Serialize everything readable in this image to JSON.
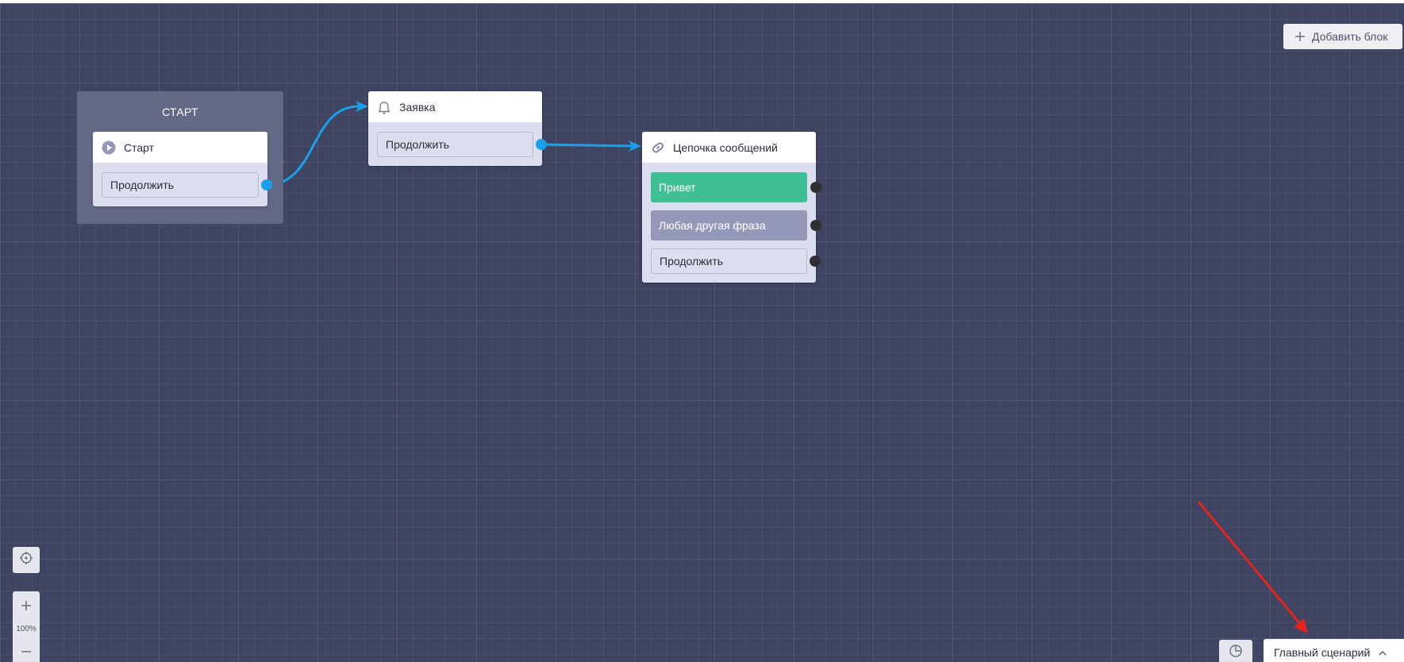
{
  "canvas": {
    "group": {
      "title": "СТАРТ"
    },
    "nodes": [
      {
        "id": "start",
        "title": "Старт",
        "icon": "play-circle-icon",
        "rows": [
          {
            "label": "Продолжить",
            "style": "plain"
          }
        ]
      },
      {
        "id": "request",
        "title": "Заявка",
        "icon": "bell-icon",
        "rows": [
          {
            "label": "Продолжить",
            "style": "plain"
          }
        ]
      },
      {
        "id": "chain",
        "title": "Цепочка сообщений",
        "icon": "link-icon",
        "rows": [
          {
            "label": "Привет",
            "style": "green"
          },
          {
            "label": "Любая другая фраза",
            "style": "gray"
          },
          {
            "label": "Продолжить",
            "style": "plain"
          }
        ]
      }
    ],
    "connections": [
      {
        "from": "start.Продолжить",
        "to": "request"
      },
      {
        "from": "request.Продолжить",
        "to": "chain"
      }
    ]
  },
  "toolbar": {
    "add_block_label": "Добавить блок",
    "add_block_icon": "plus-icon"
  },
  "controls": {
    "center_icon": "crosshair-icon",
    "zoom_in_icon": "plus-icon",
    "zoom_level": "100%",
    "zoom_out_icon": "minus-icon"
  },
  "footer": {
    "stats_icon": "pie-chart-icon",
    "scenario_label": "Главный сценарий",
    "scenario_icon": "chevron-up-icon"
  },
  "annotation": {
    "arrow_color": "#e8231f"
  },
  "colors": {
    "canvas": "#3f4462",
    "wire_active": "#1aa0ea",
    "green": "#3fbf94",
    "gray": "#9598b8"
  }
}
